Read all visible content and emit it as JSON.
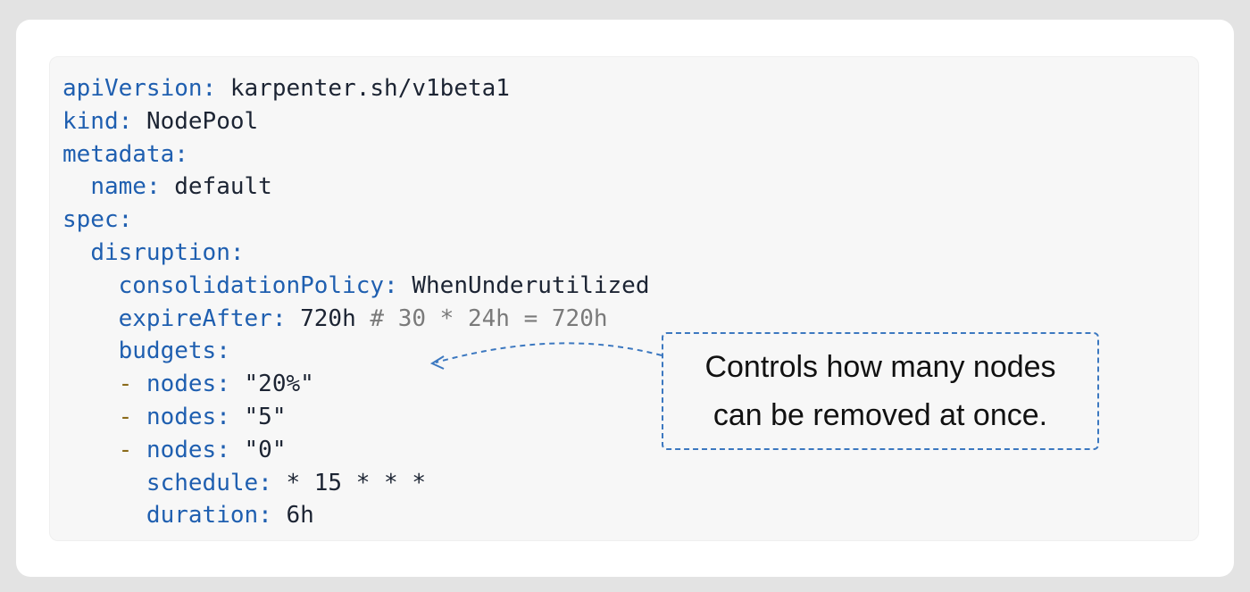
{
  "code_lines": [
    {
      "indent": "",
      "dash": "",
      "key": "apiVersion",
      "value": "karpenter.sh/v1beta1",
      "comment": ""
    },
    {
      "indent": "",
      "dash": "",
      "key": "kind",
      "value": "NodePool",
      "comment": ""
    },
    {
      "indent": "",
      "dash": "",
      "key": "metadata",
      "value": "",
      "comment": ""
    },
    {
      "indent": "  ",
      "dash": "",
      "key": "name",
      "value": "default",
      "comment": ""
    },
    {
      "indent": "",
      "dash": "",
      "key": "spec",
      "value": "",
      "comment": ""
    },
    {
      "indent": "  ",
      "dash": "",
      "key": "disruption",
      "value": "",
      "comment": ""
    },
    {
      "indent": "    ",
      "dash": "",
      "key": "consolidationPolicy",
      "value": "WhenUnderutilized",
      "comment": ""
    },
    {
      "indent": "    ",
      "dash": "",
      "key": "expireAfter",
      "value": "720h",
      "comment": "# 30 * 24h = 720h"
    },
    {
      "indent": "    ",
      "dash": "",
      "key": "budgets",
      "value": "",
      "comment": ""
    },
    {
      "indent": "    ",
      "dash": "- ",
      "key": "nodes",
      "value": "\"20%\"",
      "comment": ""
    },
    {
      "indent": "    ",
      "dash": "- ",
      "key": "nodes",
      "value": "\"5\"",
      "comment": ""
    },
    {
      "indent": "    ",
      "dash": "- ",
      "key": "nodes",
      "value": "\"0\"",
      "comment": ""
    },
    {
      "indent": "      ",
      "dash": "",
      "key": "schedule",
      "value": "* 15 * * *",
      "comment": ""
    },
    {
      "indent": "      ",
      "dash": "",
      "key": "duration",
      "value": "6h",
      "comment": ""
    }
  ],
  "callout": {
    "line1": "Controls how many nodes",
    "line2": "can be removed at once."
  },
  "colors": {
    "key": "#1f5fb0",
    "value": "#1c2433",
    "comment": "#7a7a7a",
    "dash": "#8a6a1a",
    "annotation": "#3c78c0"
  }
}
